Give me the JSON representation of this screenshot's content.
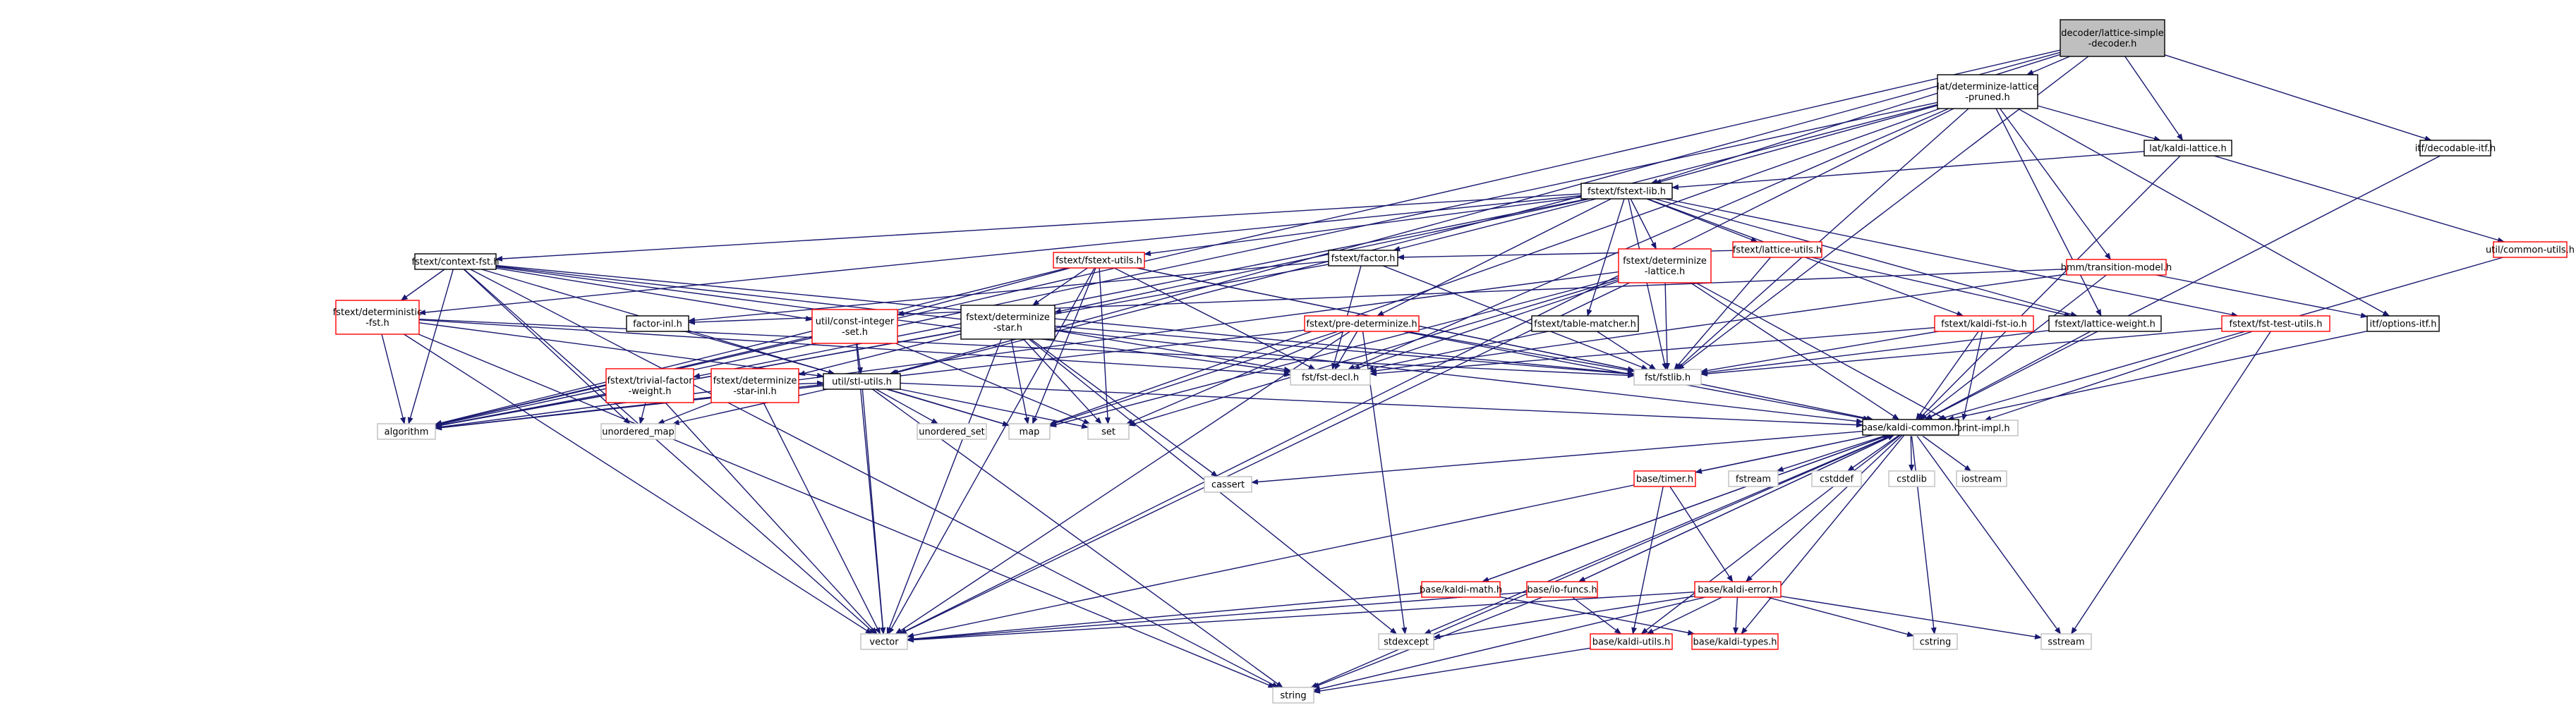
{
  "colors": {
    "edge": "#191970",
    "root_fill": "#bfbfbf",
    "normal_border": "#000000",
    "linked_border": "#ff0000",
    "external_border": "#bfbfbf"
  },
  "nodes": [
    {
      "id": "root",
      "lines": [
        "decoder/lattice-simple",
        "-decoder.h"
      ],
      "style": "root"
    },
    {
      "id": "dlp",
      "lines": [
        "lat/determinize-lattice",
        "-pruned.h"
      ],
      "style": "normal"
    },
    {
      "id": "kl",
      "lines": [
        "lat/kaldi-lattice.h"
      ],
      "style": "normal"
    },
    {
      "id": "decitf",
      "lines": [
        "itf/decodable-itf.h"
      ],
      "style": "normal"
    },
    {
      "id": "lib",
      "lines": [
        "fstext/fstext-lib.h"
      ],
      "style": "normal"
    },
    {
      "id": "tm",
      "lines": [
        "hmm/transition-model.h"
      ],
      "style": "linked"
    },
    {
      "id": "cu",
      "lines": [
        "util/common-utils.h"
      ],
      "style": "linked"
    },
    {
      "id": "lu",
      "lines": [
        "fstext/lattice-utils.h"
      ],
      "style": "linked"
    },
    {
      "id": "ctx",
      "lines": [
        "fstext/context-fst.h"
      ],
      "style": "normal"
    },
    {
      "id": "fu",
      "lines": [
        "fstext/fstext-utils.h"
      ],
      "style": "linked"
    },
    {
      "id": "fac",
      "lines": [
        "fstext/factor.h"
      ],
      "style": "normal"
    },
    {
      "id": "det",
      "lines": [
        "fstext/determinize",
        "-lattice.h"
      ],
      "style": "linked"
    },
    {
      "id": "ftu",
      "lines": [
        "fstext/fst-test-utils.h"
      ],
      "style": "linked"
    },
    {
      "id": "opt",
      "lines": [
        "itf/options-itf.h"
      ],
      "style": "normal"
    },
    {
      "id": "detfst",
      "lines": [
        "fstext/deterministic",
        "-fst.h"
      ],
      "style": "linked"
    },
    {
      "id": "facinl",
      "lines": [
        "factor-inl.h"
      ],
      "style": "normal"
    },
    {
      "id": "ci",
      "lines": [
        "util/const-integer",
        "-set.h"
      ],
      "style": "linked"
    },
    {
      "id": "ds",
      "lines": [
        "fstext/determinize",
        "-star.h"
      ],
      "style": "normal"
    },
    {
      "id": "pre",
      "lines": [
        "fstext/pre-determinize.h"
      ],
      "style": "linked"
    },
    {
      "id": "tbl",
      "lines": [
        "fstext/table-matcher.h"
      ],
      "style": "normal"
    },
    {
      "id": "kfi",
      "lines": [
        "fstext/kaldi-fst-io.h"
      ],
      "style": "linked"
    },
    {
      "id": "lw",
      "lines": [
        "fstext/lattice-weight.h"
      ],
      "style": "normal"
    },
    {
      "id": "tfw",
      "lines": [
        "fstext/trivial-factor",
        "-weight.h"
      ],
      "style": "linked"
    },
    {
      "id": "dsi",
      "lines": [
        "fstext/determinize",
        "-star-inl.h"
      ],
      "style": "linked"
    },
    {
      "id": "stl",
      "lines": [
        "util/stl-utils.h"
      ],
      "style": "normal"
    },
    {
      "id": "fstdecl",
      "lines": [
        "fst/fst-decl.h"
      ],
      "style": "external"
    },
    {
      "id": "fstlib",
      "lines": [
        "fst/fstlib.h"
      ],
      "style": "external"
    },
    {
      "id": "pimpl",
      "lines": [
        "fst/script/print-impl.h"
      ],
      "style": "external"
    },
    {
      "id": "algo",
      "lines": [
        "algorithm"
      ],
      "style": "external"
    },
    {
      "id": "umap",
      "lines": [
        "unordered_map"
      ],
      "style": "external"
    },
    {
      "id": "uset",
      "lines": [
        "unordered_set"
      ],
      "style": "external"
    },
    {
      "id": "map",
      "lines": [
        "map"
      ],
      "style": "external"
    },
    {
      "id": "set",
      "lines": [
        "set"
      ],
      "style": "external"
    },
    {
      "id": "kc",
      "lines": [
        "base/kaldi-common.h"
      ],
      "style": "normal"
    },
    {
      "id": "cassert",
      "lines": [
        "cassert"
      ],
      "style": "external"
    },
    {
      "id": "timer",
      "lines": [
        "base/timer.h"
      ],
      "style": "linked"
    },
    {
      "id": "fstream",
      "lines": [
        "fstream"
      ],
      "style": "external"
    },
    {
      "id": "cstddef",
      "lines": [
        "cstddef"
      ],
      "style": "external"
    },
    {
      "id": "cstdlib",
      "lines": [
        "cstdlib"
      ],
      "style": "external"
    },
    {
      "id": "iostream",
      "lines": [
        "iostream"
      ],
      "style": "external"
    },
    {
      "id": "km",
      "lines": [
        "base/kaldi-math.h"
      ],
      "style": "linked"
    },
    {
      "id": "iof",
      "lines": [
        "base/io-funcs.h"
      ],
      "style": "linked"
    },
    {
      "id": "ke",
      "lines": [
        "base/kaldi-error.h"
      ],
      "style": "linked"
    },
    {
      "id": "vector",
      "lines": [
        "vector"
      ],
      "style": "external"
    },
    {
      "id": "stdexcept",
      "lines": [
        "stdexcept"
      ],
      "style": "external"
    },
    {
      "id": "ku",
      "lines": [
        "base/kaldi-utils.h"
      ],
      "style": "linked"
    },
    {
      "id": "kt",
      "lines": [
        "base/kaldi-types.h"
      ],
      "style": "linked"
    },
    {
      "id": "cstring",
      "lines": [
        "cstring"
      ],
      "style": "external"
    },
    {
      "id": "sstream",
      "lines": [
        "sstream"
      ],
      "style": "external"
    },
    {
      "id": "string",
      "lines": [
        "string"
      ],
      "style": "external"
    }
  ],
  "edges": [
    [
      "root",
      "dlp"
    ],
    [
      "root",
      "kl"
    ],
    [
      "root",
      "decitf"
    ],
    [
      "root",
      "lib"
    ],
    [
      "root",
      "algo"
    ],
    [
      "root",
      "stl"
    ],
    [
      "root",
      "fstlib"
    ],
    [
      "dlp",
      "kl"
    ],
    [
      "dlp",
      "lib"
    ],
    [
      "dlp",
      "tm"
    ],
    [
      "dlp",
      "opt"
    ],
    [
      "dlp",
      "lw"
    ],
    [
      "dlp",
      "fstlib"
    ],
    [
      "dlp",
      "algo"
    ],
    [
      "dlp",
      "vector"
    ],
    [
      "dlp",
      "map"
    ],
    [
      "dlp",
      "fstdecl"
    ],
    [
      "dlp",
      "stl"
    ],
    [
      "kl",
      "lib"
    ],
    [
      "kl",
      "cu"
    ],
    [
      "kl",
      "kc"
    ],
    [
      "decitf",
      "kc"
    ],
    [
      "cu",
      "kc"
    ],
    [
      "lib",
      "ctx"
    ],
    [
      "lib",
      "fu"
    ],
    [
      "lib",
      "fac"
    ],
    [
      "lib",
      "det"
    ],
    [
      "lib",
      "lu"
    ],
    [
      "lib",
      "tbl"
    ],
    [
      "lib",
      "pre"
    ],
    [
      "lib",
      "kfi"
    ],
    [
      "lib",
      "lw"
    ],
    [
      "lib",
      "ftu"
    ],
    [
      "lib",
      "detfst"
    ],
    [
      "lib",
      "tfw"
    ],
    [
      "lib",
      "ds"
    ],
    [
      "lib",
      "fstlib"
    ],
    [
      "tm",
      "kc"
    ],
    [
      "tm",
      "opt"
    ],
    [
      "tm",
      "fstdecl"
    ],
    [
      "tm",
      "facinl"
    ],
    [
      "lu",
      "fac"
    ],
    [
      "lu",
      "lw"
    ],
    [
      "lu",
      "fstlib"
    ],
    [
      "ctx",
      "detfst"
    ],
    [
      "ctx",
      "algo"
    ],
    [
      "ctx",
      "string"
    ],
    [
      "ctx",
      "vector"
    ],
    [
      "ctx",
      "umap"
    ],
    [
      "ctx",
      "map"
    ],
    [
      "ctx",
      "fstlib"
    ],
    [
      "ctx",
      "fstdecl"
    ],
    [
      "ctx",
      "ci"
    ],
    [
      "ctx",
      "kc"
    ],
    [
      "fu",
      "ds"
    ],
    [
      "fu",
      "ci"
    ],
    [
      "fu",
      "kc"
    ],
    [
      "fu",
      "fstlib"
    ],
    [
      "fu",
      "algo"
    ],
    [
      "fu",
      "map"
    ],
    [
      "fu",
      "set"
    ],
    [
      "fu",
      "vector"
    ],
    [
      "fu",
      "fstdecl"
    ],
    [
      "fac",
      "facinl"
    ],
    [
      "fac",
      "fstdecl"
    ],
    [
      "fac",
      "fstlib"
    ],
    [
      "fac",
      "algo"
    ],
    [
      "det",
      "kc"
    ],
    [
      "det",
      "fstlib"
    ],
    [
      "det",
      "fstdecl"
    ],
    [
      "det",
      "set"
    ],
    [
      "det",
      "pimpl"
    ],
    [
      "det",
      "vector"
    ],
    [
      "det",
      "map"
    ],
    [
      "det",
      "algo"
    ],
    [
      "ftu",
      "fstlib"
    ],
    [
      "ftu",
      "sstream"
    ],
    [
      "ftu",
      "pimpl"
    ],
    [
      "opt",
      "kc"
    ],
    [
      "detfst",
      "algo"
    ],
    [
      "detfst",
      "fstlib"
    ],
    [
      "detfst",
      "fstdecl"
    ],
    [
      "detfst",
      "stl"
    ],
    [
      "detfst",
      "string"
    ],
    [
      "detfst",
      "vector"
    ],
    [
      "facinl",
      "stl"
    ],
    [
      "ci",
      "stl"
    ],
    [
      "ci",
      "algo"
    ],
    [
      "ci",
      "vector"
    ],
    [
      "ci",
      "set"
    ],
    [
      "ds",
      "algo"
    ],
    [
      "ds",
      "fstlib"
    ],
    [
      "ds",
      "fstdecl"
    ],
    [
      "ds",
      "dsi"
    ],
    [
      "ds",
      "map"
    ],
    [
      "ds",
      "set"
    ],
    [
      "ds",
      "vector"
    ],
    [
      "ds",
      "stdexcept"
    ],
    [
      "ds",
      "cassert"
    ],
    [
      "pre",
      "fstlib"
    ],
    [
      "pre",
      "fstdecl"
    ],
    [
      "pre",
      "kc"
    ],
    [
      "pre",
      "algo"
    ],
    [
      "pre",
      "map"
    ],
    [
      "pre",
      "set"
    ],
    [
      "pre",
      "vector"
    ],
    [
      "pre",
      "stdexcept"
    ],
    [
      "tbl",
      "fstlib"
    ],
    [
      "tbl",
      "fstdecl"
    ],
    [
      "kfi",
      "fstlib"
    ],
    [
      "kfi",
      "kc"
    ],
    [
      "kfi",
      "pimpl"
    ],
    [
      "kfi",
      "fstdecl"
    ],
    [
      "lw",
      "fstlib"
    ],
    [
      "lw",
      "kc"
    ],
    [
      "tfw",
      "algo"
    ],
    [
      "tfw",
      "umap"
    ],
    [
      "tfw",
      "vector"
    ],
    [
      "dsi",
      "stl"
    ],
    [
      "dsi",
      "umap"
    ],
    [
      "dsi",
      "vector"
    ],
    [
      "stl",
      "algo"
    ],
    [
      "stl",
      "map"
    ],
    [
      "stl",
      "set"
    ],
    [
      "stl",
      "string"
    ],
    [
      "stl",
      "vector"
    ],
    [
      "stl",
      "uset"
    ],
    [
      "stl",
      "umap"
    ],
    [
      "stl",
      "kc"
    ],
    [
      "kc",
      "cassert"
    ],
    [
      "kc",
      "timer"
    ],
    [
      "kc",
      "fstream"
    ],
    [
      "kc",
      "cstddef"
    ],
    [
      "kc",
      "cstdlib"
    ],
    [
      "kc",
      "iostream"
    ],
    [
      "kc",
      "km"
    ],
    [
      "kc",
      "iof"
    ],
    [
      "kc",
      "ke"
    ],
    [
      "kc",
      "vector"
    ],
    [
      "kc",
      "stdexcept"
    ],
    [
      "kc",
      "ku"
    ],
    [
      "kc",
      "kt"
    ],
    [
      "kc",
      "cstring"
    ],
    [
      "kc",
      "sstream"
    ],
    [
      "kc",
      "string"
    ],
    [
      "timer",
      "ke"
    ],
    [
      "timer",
      "ku"
    ],
    [
      "km",
      "kc"
    ],
    [
      "km",
      "vector"
    ],
    [
      "km",
      "kt"
    ],
    [
      "iof",
      "kc"
    ],
    [
      "iof",
      "ku"
    ],
    [
      "iof",
      "vector"
    ],
    [
      "iof",
      "string"
    ],
    [
      "ke",
      "ku"
    ],
    [
      "ke",
      "kt"
    ],
    [
      "ke",
      "vector"
    ],
    [
      "ke",
      "stdexcept"
    ],
    [
      "ke",
      "cstring"
    ],
    [
      "ke",
      "sstream"
    ],
    [
      "ke",
      "string"
    ],
    [
      "ku",
      "string"
    ]
  ]
}
